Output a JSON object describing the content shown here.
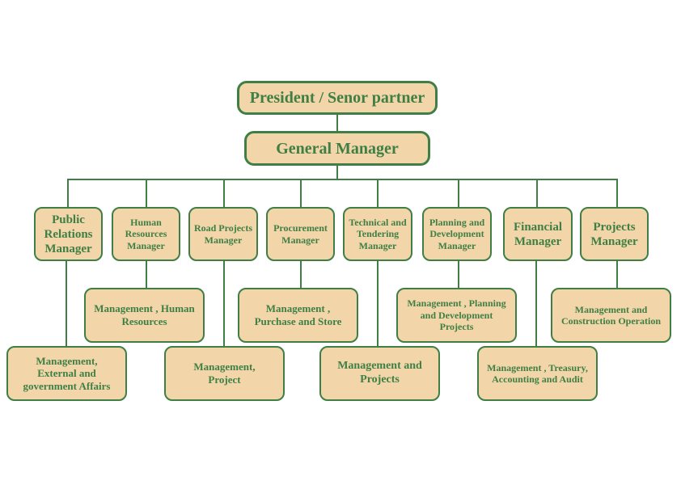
{
  "org_chart": {
    "president": "President / Senor partner",
    "general_manager": "General Manager",
    "managers": [
      "Public\nRelations\nManager",
      "Human\nResources\nManager",
      "Road Projects\nManager",
      "Procurement\nManager",
      "Technical and\nTendering\nManager",
      "Planning and\nDevelopment\nManager",
      "Financial\nManager",
      "Projects\nManager"
    ],
    "departments": [
      "Management,\nExternal and\ngovernment Affairs",
      "Management , Human\nResources",
      "Management,\nProject",
      "Management ,\nPurchase and Store",
      "Management and\nProjects",
      "Management , Planning\nand Development\nProjects",
      "Management , Treasury,\nAccounting and Audit",
      "Management and\nConstruction Operation"
    ]
  },
  "colors": {
    "box_fill": "#f2d6a9",
    "line": "#3f7f45",
    "text": "#3f7f45"
  }
}
